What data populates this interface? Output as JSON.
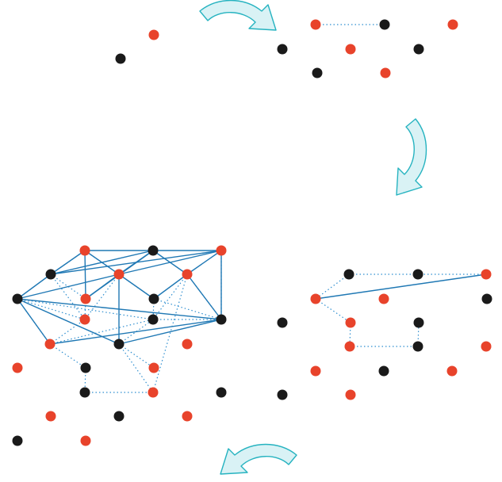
{
  "colors": {
    "red_node": "#e8432b",
    "black_node": "#1a1a1a",
    "solid_edge": "#1f78b4",
    "dotted_edge": "#2f8fd0",
    "arrow_fill": "#d9f2f5",
    "arrow_stroke": "#26b3c0"
  },
  "arrows": [
    {
      "name": "transition-arrow-1-to-2",
      "shape": "curved-arrow",
      "direction": "right"
    },
    {
      "name": "transition-arrow-2-to-3",
      "shape": "curved-arrow",
      "direction": "down"
    },
    {
      "name": "transition-arrow-3-to-4",
      "shape": "curved-arrow",
      "direction": "left"
    }
  ],
  "panels": [
    {
      "name": "panel-stage-1",
      "node_colors": [
        "red",
        "black"
      ],
      "solid_edges": 0,
      "dotted_edges": 0
    },
    {
      "name": "panel-stage-2",
      "node_colors": [
        "red",
        "black",
        "red",
        "black",
        "red",
        "black",
        "black",
        "red"
      ],
      "solid_edges": 0,
      "dotted_edges": 1
    },
    {
      "name": "panel-stage-3",
      "node_colors": [
        "black",
        "black",
        "red",
        "red",
        "black",
        "red",
        "black",
        "black",
        "red",
        "red",
        "black",
        "red",
        "red",
        "black",
        "red",
        "black",
        "red"
      ],
      "solid_edges": 1,
      "dotted_edges": 6
    },
    {
      "name": "panel-stage-4",
      "node_colors": [
        "red",
        "black",
        "red",
        "black",
        "red",
        "red",
        "black",
        "red",
        "black",
        "red",
        "black",
        "black",
        "red",
        "black",
        "red",
        "red",
        "black",
        "red",
        "black",
        "red",
        "black",
        "red",
        "black",
        "red",
        "black",
        "red"
      ],
      "solid_edges": 25,
      "dotted_edges": 24
    }
  ]
}
